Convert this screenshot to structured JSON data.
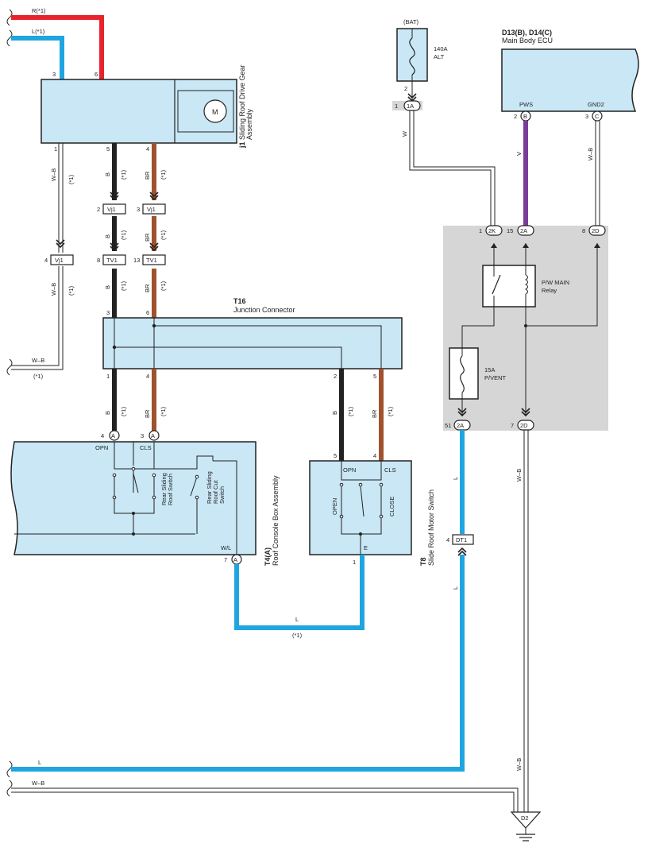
{
  "colors": {
    "red": "#e8232b",
    "blue": "#1fa5e0",
    "black": "#222222",
    "brown": "#a0522d",
    "violet": "#7a3c9a",
    "component_fill": "#c9e7f5",
    "relay_bg": "#d6d6d6"
  },
  "wires": {
    "r_top": "R(*1)",
    "l_top": "L(*1)",
    "w_b": "W–B",
    "star1": "(*1)",
    "B": "B",
    "BR": "BR",
    "W": "W",
    "V": "V",
    "L": "L"
  },
  "j1": {
    "id": "j1",
    "name": "Sliding Roof Drive Gear",
    "name2": "Assembly",
    "motor": "M",
    "pins": {
      "p3": "3",
      "p6": "6",
      "p1": "1",
      "p5": "5",
      "p4": "4"
    }
  },
  "connectors": {
    "vj1": "Vj1",
    "tv1": "TV1",
    "dt1": "DT1",
    "pin2": "2",
    "pin3": "3",
    "pin4": "4",
    "pin8": "8",
    "pin13": "13"
  },
  "t16": {
    "id": "T16",
    "name": "Junction Connector",
    "pins": {
      "p3": "3",
      "p6": "6",
      "p1": "1",
      "p4": "4",
      "p2": "2",
      "p5": "5"
    }
  },
  "t4": {
    "id": "T4(A)",
    "name": "Roof Console Box Assembly",
    "opn": "OPN",
    "cls": "CLS",
    "wl": "W/L",
    "conn": "A",
    "pin4": "4",
    "pin3": "3",
    "pin7": "7",
    "sw1a": "Rear Sliding",
    "sw1b": "Roof Switch",
    "sw2a": "Rear Sliding",
    "sw2b": "Roof Cut",
    "sw2c": "Switch"
  },
  "t8": {
    "id": "T8",
    "name": "Slide Roof Motor Switch",
    "opn": "OPN",
    "cls": "CLS",
    "open": "OPEN",
    "close": "CLOSE",
    "e": "E",
    "pin5": "5",
    "pin4": "4",
    "pin1": "1"
  },
  "bat": {
    "label": "(BAT)",
    "fuse": "140A",
    "fuse2": "ALT",
    "pin2": "2",
    "pin1": "1",
    "conn": "1A"
  },
  "ecu": {
    "id": "D13(B), D14(C)",
    "name": "Main Body ECU",
    "pws": "PWS",
    "gnd2": "GND2",
    "pin2": "2",
    "conn_b": "B",
    "pin3": "3",
    "conn_c": "C"
  },
  "relay_box": {
    "pin1": "1",
    "conn_2k": "2K",
    "pin15": "15",
    "conn_2a": "2A",
    "pin8": "8",
    "conn_2d": "2D",
    "relay1": "P/W MAIN",
    "relay2": "Relay",
    "fuse1": "15A",
    "fuse2": "P/VENT",
    "pin51": "51",
    "pin7": "7"
  },
  "ground": "D2"
}
